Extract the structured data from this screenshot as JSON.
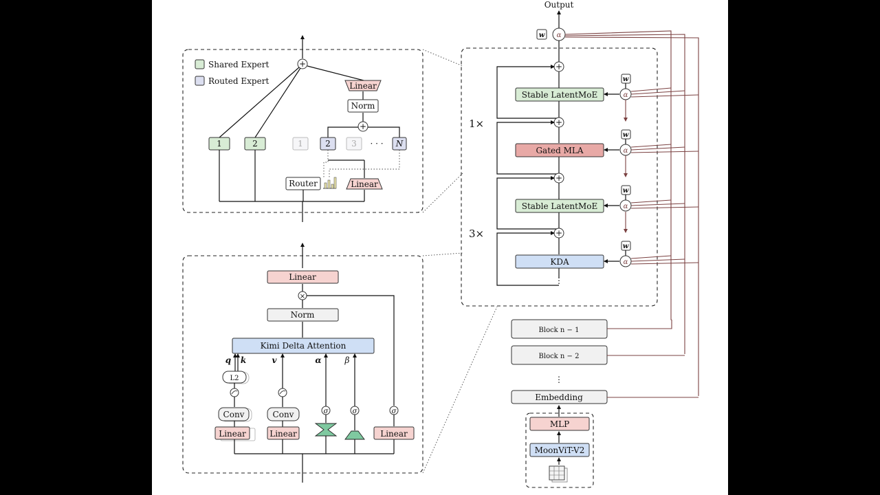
{
  "output_label": "Output",
  "legend": {
    "shared": "Shared Expert",
    "routed": "Routed Expert"
  },
  "moe": {
    "linear_top": "Linear",
    "norm": "Norm",
    "shared_experts": [
      "1",
      "2"
    ],
    "routed_experts": [
      "1",
      "2",
      "3",
      "N"
    ],
    "ellipsis": "· · ·",
    "router": "Router",
    "linear_bottom": "Linear"
  },
  "kda": {
    "linear_out": "Linear",
    "norm": "Norm",
    "attention": "Kimi Delta Attention",
    "inputs": [
      "q",
      "k",
      "v",
      "α",
      "β"
    ],
    "l2": "L2",
    "conv": [
      "Conv",
      "Conv"
    ],
    "linears": [
      "Linear",
      "Linear",
      "Linear"
    ],
    "sigma": "σ"
  },
  "stack": {
    "repeat_1": "1×",
    "repeat_3": "3×",
    "layers": [
      "Stable LatentMoE",
      "Gated MLA",
      "Stable LatentMoE",
      "KDA"
    ],
    "w": "w",
    "alpha": "α",
    "blocks": [
      "Block n − 1",
      "Block n − 2"
    ],
    "embedding": "Embedding",
    "mlp": "MLP",
    "vit": "MoonViT-V2"
  }
}
